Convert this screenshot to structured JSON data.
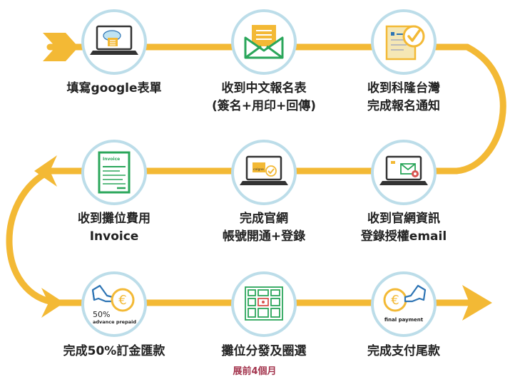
{
  "steps": [
    {
      "id": "fill-google-form",
      "lines": [
        "填寫google表單"
      ],
      "icon": "laptop-cloud-form-icon"
    },
    {
      "id": "receive-chinese-form",
      "lines": [
        "收到中文報名表",
        "(簽名+用印+回傳)"
      ],
      "icon": "envelope-letter-icon"
    },
    {
      "id": "receive-kelong-notice",
      "lines": [
        "收到科隆台灣",
        "完成報名通知"
      ],
      "icon": "checked-document-icon"
    },
    {
      "id": "receive-booth-invoice",
      "lines": [
        "收到攤位費用",
        "Invoice"
      ],
      "icon": "invoice-icon",
      "icon_text": "Invoice"
    },
    {
      "id": "website-account",
      "lines": [
        "完成官網",
        "帳號開通+登錄"
      ],
      "icon": "laptop-website-check-icon",
      "icon_text": "colgne"
    },
    {
      "id": "receive-official-info",
      "lines": [
        "收到官網資訊",
        "登錄授權email"
      ],
      "icon": "laptop-email-icon"
    },
    {
      "id": "pay-deposit",
      "lines": [
        "完成50%訂金匯款"
      ],
      "icon": "hand-euro-coin-icon",
      "icon_text": [
        "50%",
        "advance prepaid"
      ]
    },
    {
      "id": "booth-allocation",
      "lines": [
        "攤位分發及圈選"
      ],
      "icon": "floor-plan-icon"
    },
    {
      "id": "final-payment",
      "lines": [
        "完成支付尾款"
      ],
      "icon": "euro-coin-hand-icon",
      "icon_text": "final payment"
    }
  ],
  "footnote": "展前4個月",
  "colors": {
    "path": "#f3b935",
    "circle_stroke": "#bcdde9",
    "laptop": "#333333",
    "accent_green": "#2aa65a",
    "coin": "#f3b935",
    "hand_blue": "#2d74b4",
    "footnote": "#a3344d"
  }
}
